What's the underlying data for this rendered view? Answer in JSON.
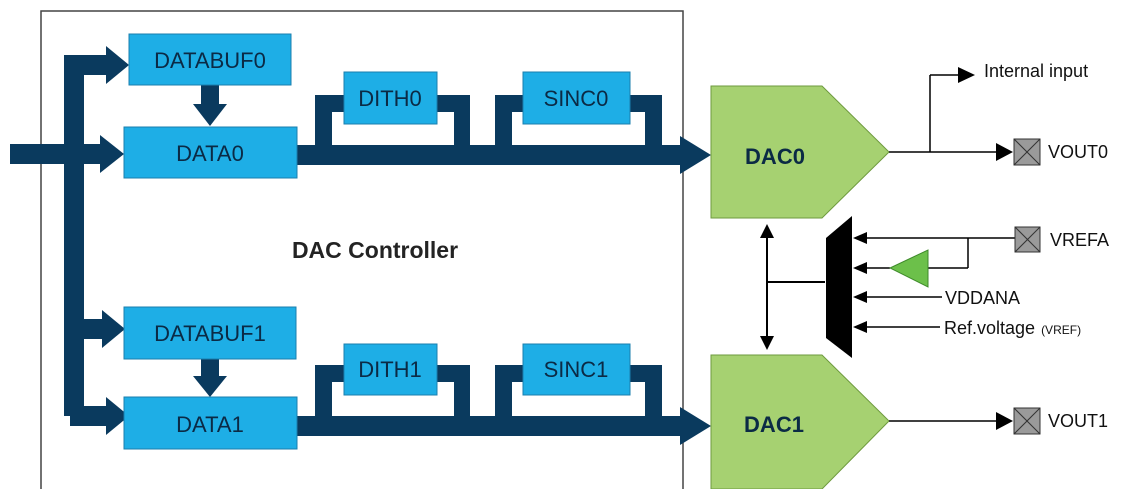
{
  "title": "DAC Controller",
  "blocks": {
    "databuf0": "DATABUF0",
    "data0": "DATA0",
    "dith0": "DITH0",
    "sinc0": "SINC0",
    "databuf1": "DATABUF1",
    "data1": "DATA1",
    "dith1": "DITH1",
    "sinc1": "SINC1"
  },
  "dacs": {
    "dac0": "DAC0",
    "dac1": "DAC1"
  },
  "outputs": {
    "internal_input": "Internal input",
    "vout0": "VOUT0",
    "vout1": "VOUT1"
  },
  "refs": {
    "vrefa": "VREFA",
    "vddana": "VDDANA",
    "ref_voltage": "Ref.voltage",
    "ref_voltage_suffix": "(VREF)"
  },
  "colors": {
    "bus": "#0a3a5e",
    "block_fill": "#1eaee6",
    "dac_fill": "#a6d171",
    "pin_fill": "#9a9a9a",
    "frame": "#444444"
  }
}
